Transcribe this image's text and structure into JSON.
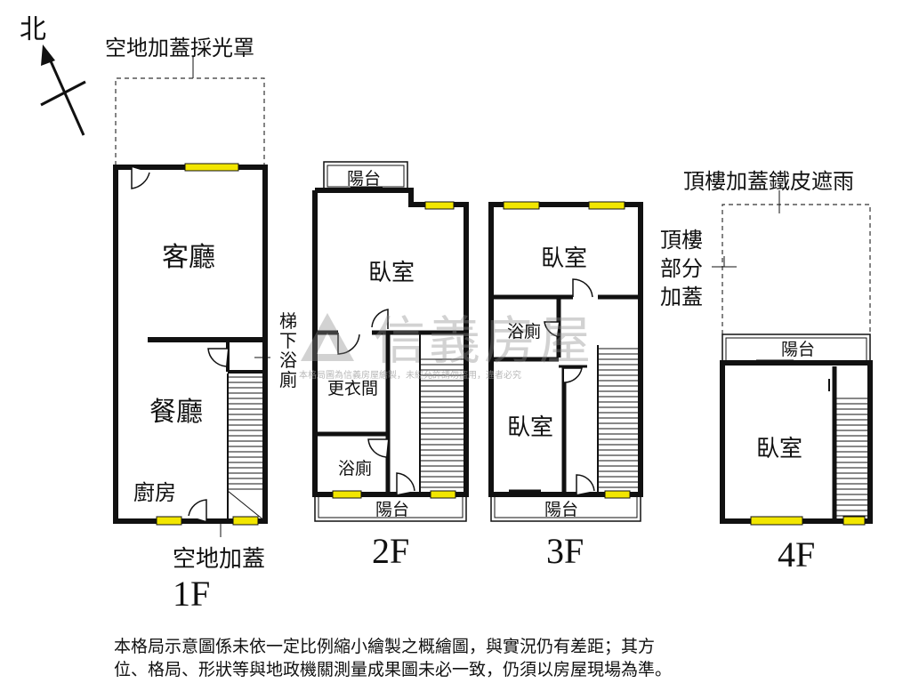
{
  "north": {
    "label": "北"
  },
  "labels": {
    "skylight": "空地加蓋採光罩",
    "roof_rain": "頂樓加蓋鐵皮遮雨",
    "roof_partial": "頂樓部分加蓋",
    "stair_bath": "梯下浴廁",
    "extension_1f": "空地加蓋"
  },
  "floors": {
    "f1": {
      "name": "1F",
      "rooms": {
        "living": "客廳",
        "dining": "餐廳",
        "kitchen": "廚房"
      }
    },
    "f2": {
      "name": "2F",
      "rooms": {
        "balcony_top": "陽台",
        "bedroom": "臥室",
        "closet": "更衣間",
        "bath": "浴廁",
        "balcony_bottom": "陽台"
      }
    },
    "f3": {
      "name": "3F",
      "rooms": {
        "bedroom_top": "臥室",
        "bath": "浴廁",
        "bedroom_bottom": "臥室",
        "balcony": "陽台"
      }
    },
    "f4": {
      "name": "4F",
      "rooms": {
        "balcony": "陽台",
        "bedroom": "臥室"
      }
    }
  },
  "watermark": {
    "brand": "信義房屋",
    "notice": "本格局圖為信義房屋繪製，未經允許請勿盜用，違者必究"
  },
  "disclaimer": {
    "line1": "本格局示意圖係未依一定比例縮小繪製之概繪圖，與實況仍有差距；其方",
    "line2": "位、格局、形狀等與地政機關測量成果圖未必一致，仍須以房屋現場為準。"
  },
  "colors": {
    "wall": "#111111",
    "window": "#f2e600",
    "watermark": "#8a8a8a"
  }
}
